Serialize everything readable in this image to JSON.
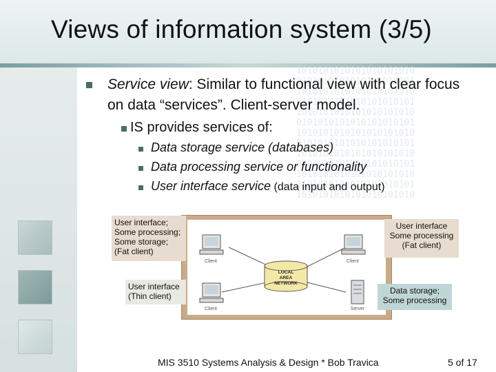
{
  "slide": {
    "title": "Views of information system (3/5)",
    "bullet1_term": "Service view",
    "bullet1_rest": ": Similar to functional view with clear focus on data “services”. Client-server model.",
    "sub_bullet": "IS provides services of:",
    "items": [
      {
        "text": "Data storage service (databases)"
      },
      {
        "text": "Data processing service or functionality"
      },
      {
        "text": "User interface service",
        "suffix": " (data input and output)"
      }
    ]
  },
  "diagram": {
    "network_label": "LOCAL AREA NETWORK",
    "nodes": {
      "client_tl": "Client",
      "client_tr": "Client",
      "client_bl": "Client",
      "server": "Server"
    },
    "callouts": {
      "fat_left": "User interface; Some processing; Some storage; (Fat client)",
      "fat_right": "User interface Some processing (Fat client)",
      "thin": "User interface (Thin client)",
      "server": "Data storage; Some processing"
    }
  },
  "footer": {
    "text": "MIS 3510 Systems Analysis & Design * Bob Travica",
    "page": "5 of 17"
  },
  "colors": {
    "accent": "#4a6b6b",
    "diagram_border": "#c9ab8a",
    "callout_beige": "#e7dccf",
    "callout_teal": "#bfd6d6"
  }
}
